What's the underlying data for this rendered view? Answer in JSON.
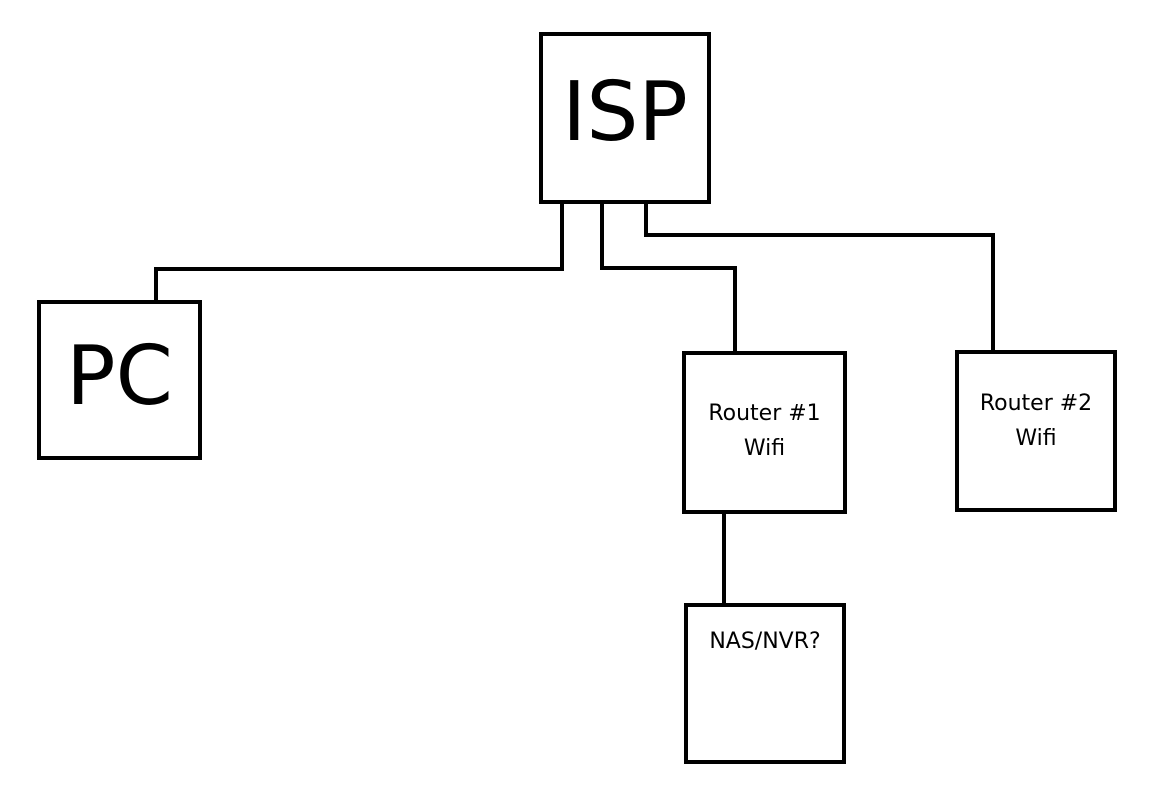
{
  "diagram": {
    "nodes": {
      "isp": {
        "label": "ISP"
      },
      "pc": {
        "label": "PC"
      },
      "router1": {
        "line1": "Router #1",
        "line2": "Wifi"
      },
      "router2": {
        "line1": "Router #2",
        "line2": "Wifi"
      },
      "nas": {
        "label": "NAS/NVR?"
      }
    },
    "connections": [
      {
        "from": "isp",
        "to": "pc"
      },
      {
        "from": "isp",
        "to": "router1"
      },
      {
        "from": "isp",
        "to": "router2"
      },
      {
        "from": "router1",
        "to": "nas"
      }
    ],
    "colors": {
      "line": "#000000",
      "background": "#ffffff"
    }
  }
}
